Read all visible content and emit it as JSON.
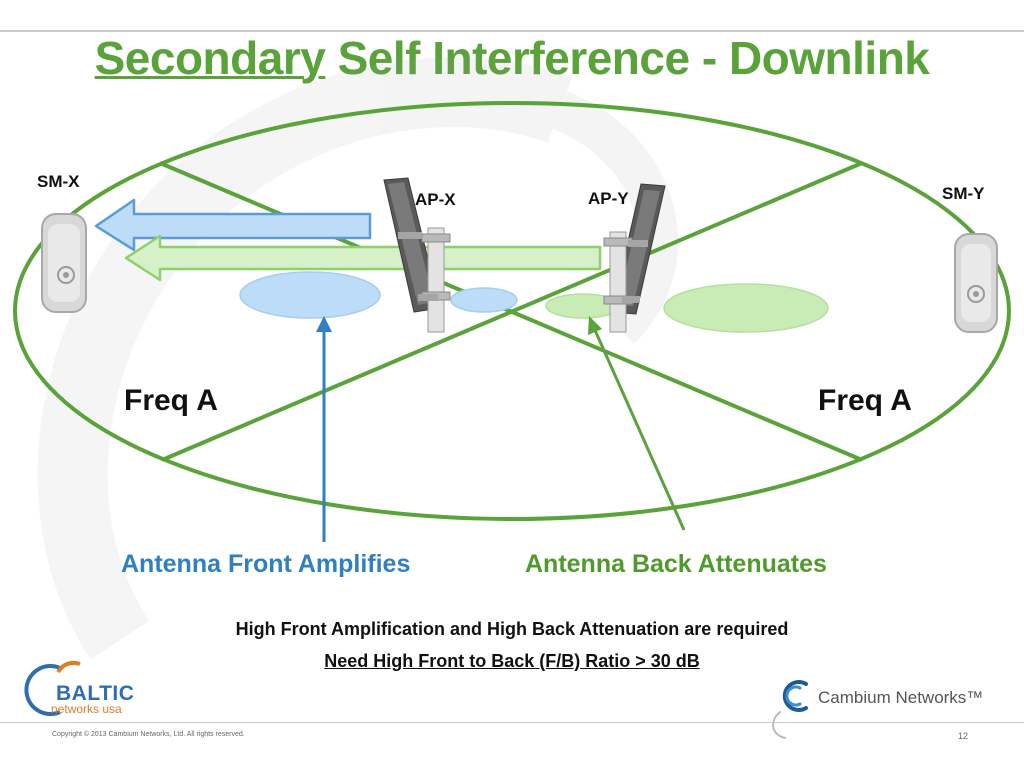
{
  "slide": {
    "title_part1": "Secondary",
    "title_part2": " Self Interference - Downlink",
    "labels": {
      "sm_x": "SM-X",
      "sm_y": "SM-Y",
      "ap_x": "AP-X",
      "ap_y": "AP-Y",
      "freq_left": "Freq A",
      "freq_right": "Freq A"
    },
    "captions": {
      "front": "Antenna Front Amplifies",
      "back": "Antenna Back Attenuates"
    },
    "notes": {
      "line1": "High Front Amplification  and High Back Attenuation are required",
      "line2": "Need High Front to Back (F/B) Ratio  > 30 dB"
    },
    "footer": {
      "copyright": "Copyright © 2013 Cambium Networks, Ltd. All rights reserved.",
      "page": "12"
    },
    "logos": {
      "baltic_word": "BALTIC",
      "baltic_sub": "networks usa",
      "cambium": "Cambium Networks™"
    }
  },
  "colors": {
    "green": "#5aa23a",
    "blue_caption": "#2f7fc1",
    "green_caption": "#4e9a2c",
    "light_blue": "#bcdcf7",
    "light_green": "#c9ecb7"
  }
}
